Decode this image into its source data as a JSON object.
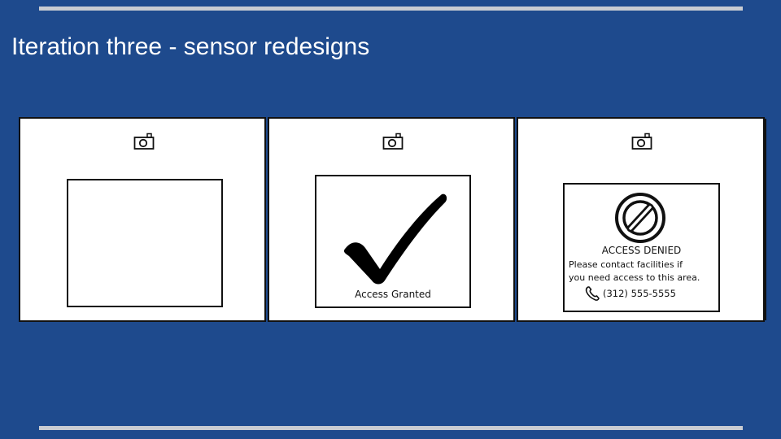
{
  "slide": {
    "title": "Iteration three - sensor redesigns"
  },
  "panels": [
    {
      "name": "idle",
      "camera_icon": "camera-icon",
      "screen_text": ""
    },
    {
      "name": "granted",
      "camera_icon": "camera-icon",
      "status_icon": "checkmark-icon",
      "label": "Access Granted"
    },
    {
      "name": "denied",
      "camera_icon": "camera-icon",
      "status_icon": "prohibited-icon",
      "title": "ACCESS DENIED",
      "line1": "Please contact facilities if",
      "line2": "you need access to this area.",
      "phone_icon": "phone-icon",
      "phone": "(312) 555-5555"
    }
  ],
  "colors": {
    "background": "#1e4a8d",
    "rule": "#c9ccd2",
    "title_text": "#ffffff",
    "sketch_ink": "#111111"
  }
}
